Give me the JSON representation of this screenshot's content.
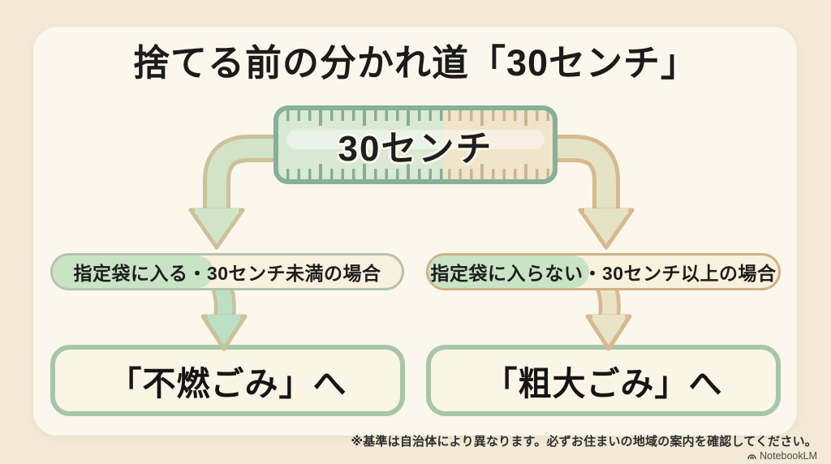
{
  "title": "捨てる前の分かれ道「30センチ」",
  "ruler": {
    "label": "30センチ"
  },
  "left_branch": {
    "condition": "指定袋に入る・30センチ未満の場合",
    "result": "「不燃ごみ」へ"
  },
  "right_branch": {
    "condition": "指定袋に入らない・30センチ以上の場合",
    "result": "「粗大ごみ」へ"
  },
  "footer": {
    "disclaimer": "※基準は自治体により異なります。必ずお住まいの地域の案内を確認してください。",
    "brand": "NotebookLM"
  },
  "colors": {
    "background": "#f2e9d6",
    "card": "#fbf7ec",
    "ruler_border": "#85b198",
    "ruler_green_half": "#d9e9d3",
    "ruler_tan_half": "#f0e4ca",
    "left_arrow_fill": "#d2e4c8",
    "left_arrow_outline": "#ccc198",
    "right_arrow_fill": "#e5e3c5",
    "right_arrow_outline": "#d8b88f",
    "pill_left_border": "#b6c3ab",
    "pill_right_border": "#d0b189",
    "pill_blob_green": "#c9e4c5",
    "result_box_border": "#a7c6a8",
    "result_box_fill": "#faf5e5",
    "text": "#1b1b1b"
  }
}
